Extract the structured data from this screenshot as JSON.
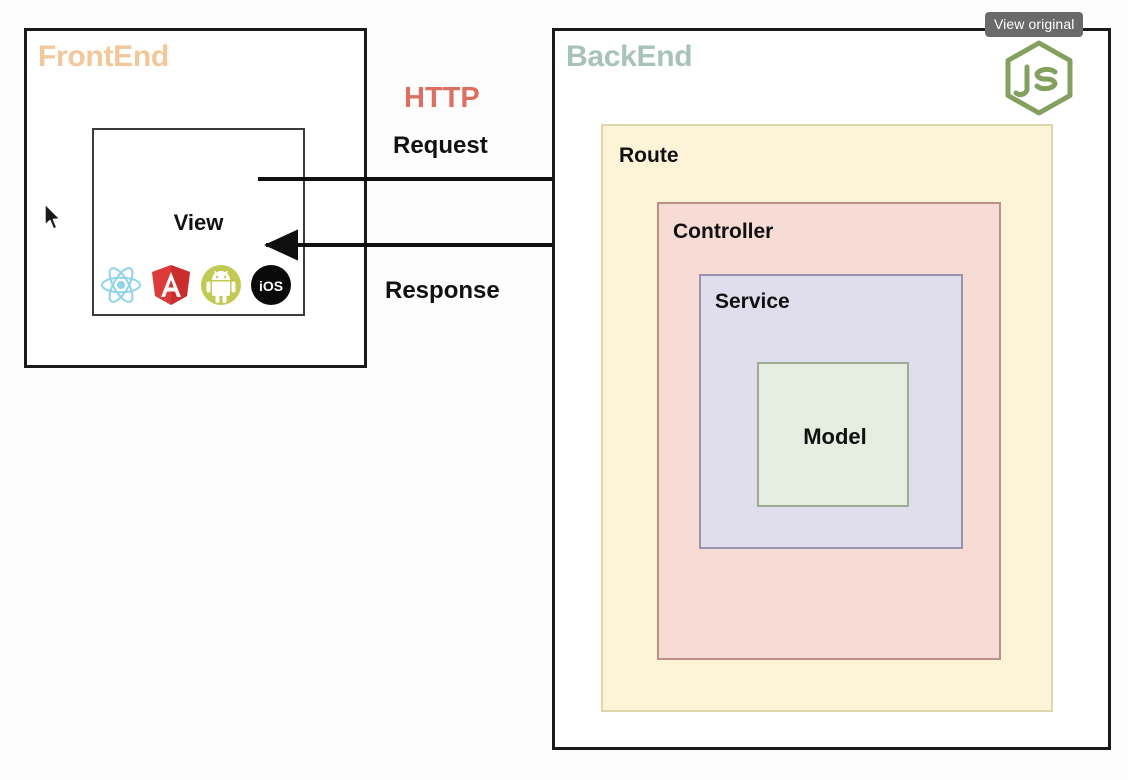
{
  "diagram": {
    "title_frontend": "FrontEnd",
    "title_backend": "BackEnd",
    "frontend": {
      "view_label": "View",
      "tech_icons": [
        {
          "name": "react-icon",
          "label": "React"
        },
        {
          "name": "angular-icon",
          "label": "Angular"
        },
        {
          "name": "android-icon",
          "label": "Android"
        },
        {
          "name": "ios-icon",
          "label": "iOS"
        }
      ]
    },
    "http": {
      "protocol_label": "HTTP",
      "request_label": "Request",
      "response_label": "Response"
    },
    "backend": {
      "layers": [
        {
          "label": "Route",
          "fill": "#fdf3d7",
          "border": "#ded7ae"
        },
        {
          "label": "Controller",
          "fill": "#f6dcd5",
          "border": "#bb9087"
        },
        {
          "label": "Service",
          "fill": "#e0dded",
          "border": "#9a93ad"
        },
        {
          "label": "Model",
          "fill": "#e5eee0",
          "border": "#9cab91"
        }
      ],
      "runtime_logo": "nodejs-logo"
    },
    "colors": {
      "frontend_title": "#f2c79a",
      "backend_title": "#a7c3bb",
      "http_title": "#dd6f61",
      "outline": "#1a1a1a",
      "node_green": "#83a05f"
    }
  },
  "overlay": {
    "view_original_label": "View original",
    "tooltip_bg": "#6a6a6a"
  }
}
